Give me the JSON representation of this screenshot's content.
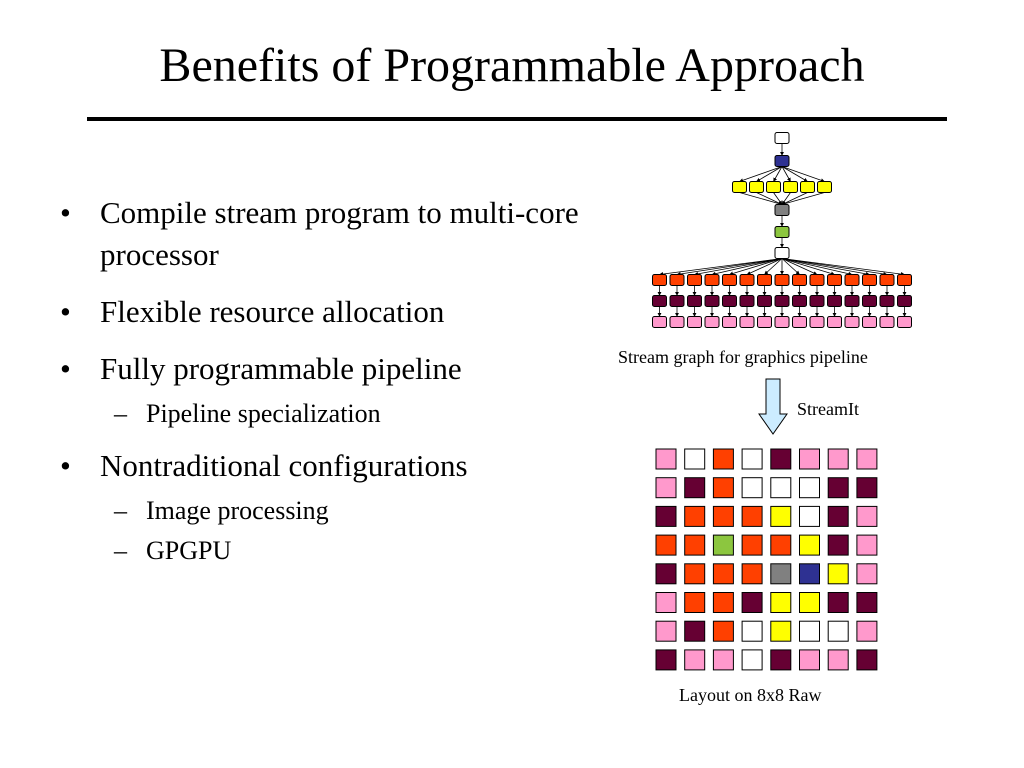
{
  "slide": {
    "title": "Benefits of Programmable Approach",
    "bullets": [
      {
        "marker": "•",
        "level": 1,
        "text": "Compile stream program to multi-core processor"
      },
      {
        "marker": "•",
        "level": 1,
        "text": "Flexible resource allocation"
      },
      {
        "marker": "•",
        "level": 1,
        "text": "Fully programmable pipeline"
      },
      {
        "marker": "–",
        "level": 2,
        "text": "Pipeline specialization"
      },
      {
        "marker": "•",
        "level": 1,
        "text": "Nontraditional configurations"
      },
      {
        "marker": "–",
        "level": 2,
        "text": "Image processing"
      },
      {
        "marker": "–",
        "level": 2,
        "text": "GPGPU"
      }
    ]
  },
  "figure": {
    "stream_caption": "Stream graph for graphics pipeline",
    "arrow_label": "StreamIt",
    "layout_caption": "Layout on 8x8 Raw",
    "colors": {
      "W": "#ffffff",
      "B": "#2e3192",
      "Y": "#ffff00",
      "G": "#808080",
      "L": "#8cc63f",
      "R": "#ff4000",
      "M": "#660033",
      "P": "#ff99cc"
    },
    "arrow_fill": "#ccecff",
    "stream_graph": {
      "rows": [
        {
          "color": "W",
          "count": 1
        },
        {
          "color": "B",
          "count": 1
        },
        {
          "color": "Y",
          "count": 6
        },
        {
          "color": "G",
          "count": 1
        },
        {
          "color": "L",
          "count": 1
        },
        {
          "color": "W",
          "count": 1
        },
        {
          "color": "R",
          "count": 15
        },
        {
          "color": "M",
          "count": 15
        },
        {
          "color": "P",
          "count": 15
        }
      ]
    },
    "raw_grid": [
      [
        "P",
        "W",
        "R",
        "W",
        "M",
        "P",
        "P",
        "P"
      ],
      [
        "P",
        "M",
        "R",
        "W",
        "W",
        "W",
        "M",
        "M"
      ],
      [
        "M",
        "R",
        "R",
        "R",
        "Y",
        "W",
        "M",
        "P"
      ],
      [
        "R",
        "R",
        "L",
        "R",
        "R",
        "Y",
        "M",
        "P"
      ],
      [
        "M",
        "R",
        "R",
        "R",
        "G",
        "B",
        "Y",
        "P"
      ],
      [
        "P",
        "R",
        "R",
        "M",
        "Y",
        "Y",
        "M",
        "M"
      ],
      [
        "P",
        "M",
        "R",
        "W",
        "Y",
        "W",
        "W",
        "P"
      ],
      [
        "M",
        "P",
        "P",
        "W",
        "M",
        "P",
        "P",
        "M"
      ]
    ]
  }
}
